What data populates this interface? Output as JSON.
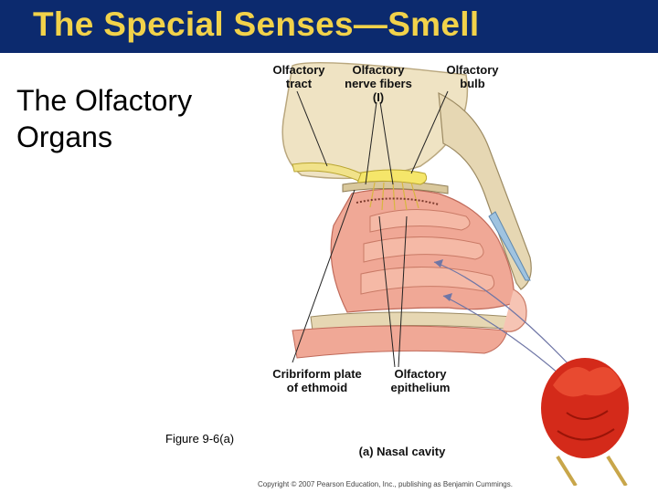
{
  "slide": {
    "title": "The Special Senses—Smell",
    "subtitle": "The Olfactory Organs",
    "figure_ref": "Figure 9-6(a)",
    "copyright": "Copyright © 2007 Pearson Education, Inc., publishing as Benjamin Cummings."
  },
  "diagram": {
    "caption": "(a) Nasal cavity",
    "labels": {
      "olfactory_tract": [
        "Olfactory",
        "tract"
      ],
      "olfactory_nerve_fibers": [
        "Olfactory",
        "nerve fibers",
        "(I)"
      ],
      "olfactory_bulb": [
        "Olfactory",
        "bulb"
      ],
      "cribriform_plate": [
        "Cribriform plate",
        "of ethmoid"
      ],
      "olfactory_epithelium": [
        "Olfactory",
        "epithelium"
      ]
    }
  },
  "colors": {
    "title_bar": "#0c2a6e",
    "title_text": "#f2d24a",
    "tissue": "#f0a896",
    "bone": "#e9dcc0",
    "bulb": "#f5e66a",
    "rose": "#d42a1a"
  }
}
